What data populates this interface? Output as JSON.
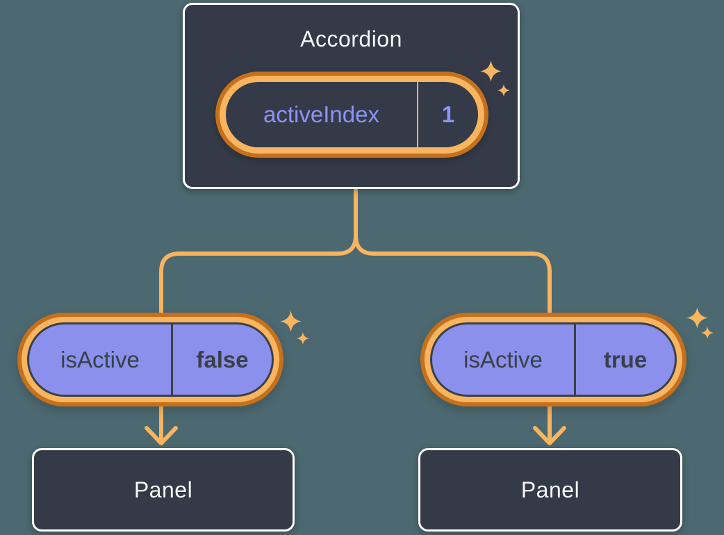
{
  "colors": {
    "background": "#4C6870",
    "card_bg": "#343A47",
    "card_border": "#FFFFFF",
    "card_text": "#F6F7F9",
    "accent_orange": "#F8B45F",
    "accent_orange_dark": "#C4701C",
    "state_text": "#8B94F7",
    "prop_fill": "#8A90EC",
    "prop_text": "#394049"
  },
  "icons": {
    "sparkle": "✦"
  },
  "diagram": {
    "parent": {
      "title": "Accordion",
      "state": {
        "name": "activeIndex",
        "value": "1"
      }
    },
    "children": [
      {
        "prop": {
          "name": "isActive",
          "value": "false"
        },
        "panel": {
          "title": "Panel"
        }
      },
      {
        "prop": {
          "name": "isActive",
          "value": "true"
        },
        "panel": {
          "title": "Panel"
        }
      }
    ]
  }
}
